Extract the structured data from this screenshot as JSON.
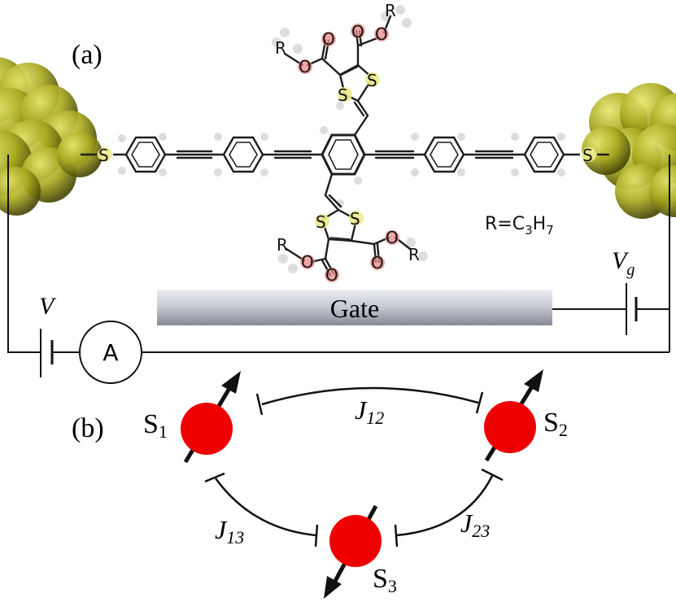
{
  "panel_a": {
    "label": "(a)",
    "sulfur_atom": "S",
    "r_group": "R",
    "r_def_prefix": "R=C",
    "r_def_c_sub": "3",
    "r_def_h": "H",
    "r_def_h_sub": "7",
    "oxygen_atom": "O",
    "gate_label": "Gate",
    "bias_symbol": "V",
    "gate_voltage_symbol": "V",
    "gate_voltage_sub": "g",
    "ammeter_label": "A"
  },
  "panel_b": {
    "label": "(b)",
    "spin1": "S",
    "spin1_sub": "1",
    "spin2": "S",
    "spin2_sub": "2",
    "spin3": "S",
    "spin3_sub": "3",
    "coupling_symbol": "J",
    "j12_sub": "12",
    "j13_sub": "13",
    "j23_sub": "23"
  },
  "colors": {
    "electrode": "#9a9a1e",
    "electrode_dark": "#5a5a10",
    "sulfur": "#e6e68c",
    "oxygen": "#e07070",
    "hydrogen": "#d0d0d0",
    "spin": "#ee0000",
    "gate_top": "#e4e6ee",
    "gate_bottom": "#8a8d98"
  }
}
